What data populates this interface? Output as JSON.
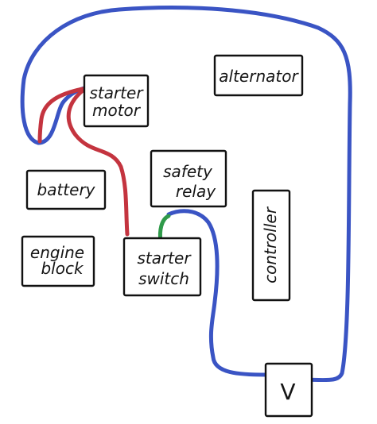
{
  "components": {
    "starter_motor": [
      "starter",
      "motor"
    ],
    "alternator": [
      "alternator"
    ],
    "battery": [
      "battery"
    ],
    "safety_relay": [
      "safety",
      "relay"
    ],
    "engine_block": [
      "engine",
      "block"
    ],
    "starter_switch": [
      "starter",
      "switch"
    ],
    "controller": [
      "controller"
    ],
    "voltmeter": [
      "V"
    ]
  },
  "colors": {
    "blue_wire": "#3a54c4",
    "red_wire": "#c4343f",
    "green_wire": "#2f9a4a"
  }
}
